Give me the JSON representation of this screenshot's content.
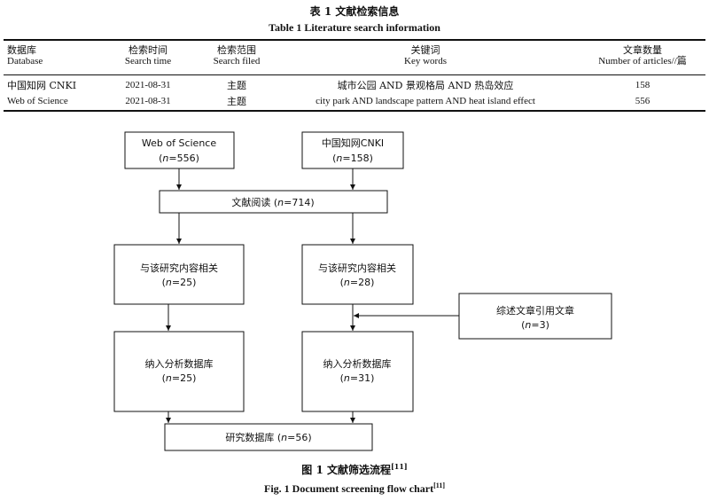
{
  "table": {
    "caption_cn": "表 1 文献检索信息",
    "caption_en": "Table 1 Literature search information",
    "headers": [
      {
        "cn": "数据库",
        "en": "Database"
      },
      {
        "cn": "检索时间",
        "en": "Search time"
      },
      {
        "cn": "检索范围",
        "en": "Search filed"
      },
      {
        "cn": "关键词",
        "en": "Key words"
      },
      {
        "cn": "文章数量",
        "en": "Number of articles//篇"
      }
    ],
    "rows": [
      {
        "database": "中国知网 CNKI",
        "time": "2021-08-31",
        "scope": "主题",
        "keywords": "城市公园 AND 景观格局 AND 热岛效应",
        "count": "158"
      },
      {
        "database": "Web of Science",
        "time": "2021-08-31",
        "scope": "主题",
        "keywords": "city park AND landscape pattern AND heat island effect",
        "count": "556"
      }
    ]
  },
  "flow": {
    "wos": {
      "label": "Web of Science",
      "n": "556"
    },
    "cnki": {
      "label": "中国知网CNKI",
      "n": "158"
    },
    "reading": {
      "label": "文献阅读",
      "n": "714"
    },
    "related_left": {
      "label": "与该研究内容相关",
      "n": "25"
    },
    "related_right": {
      "label": "与该研究内容相关",
      "n": "28"
    },
    "review": {
      "label": "综述文章引用文章",
      "n": "3"
    },
    "db_left": {
      "label": "纳入分析数据库",
      "n": "25"
    },
    "db_right": {
      "label": "纳入分析数据库",
      "n": "31"
    },
    "final": {
      "label": "研究数据库",
      "n": "56"
    }
  },
  "figure": {
    "caption_cn": "图 1 文献筛选流程",
    "caption_en": "Fig. 1 Document screening flow chart",
    "ref": "[11]"
  }
}
